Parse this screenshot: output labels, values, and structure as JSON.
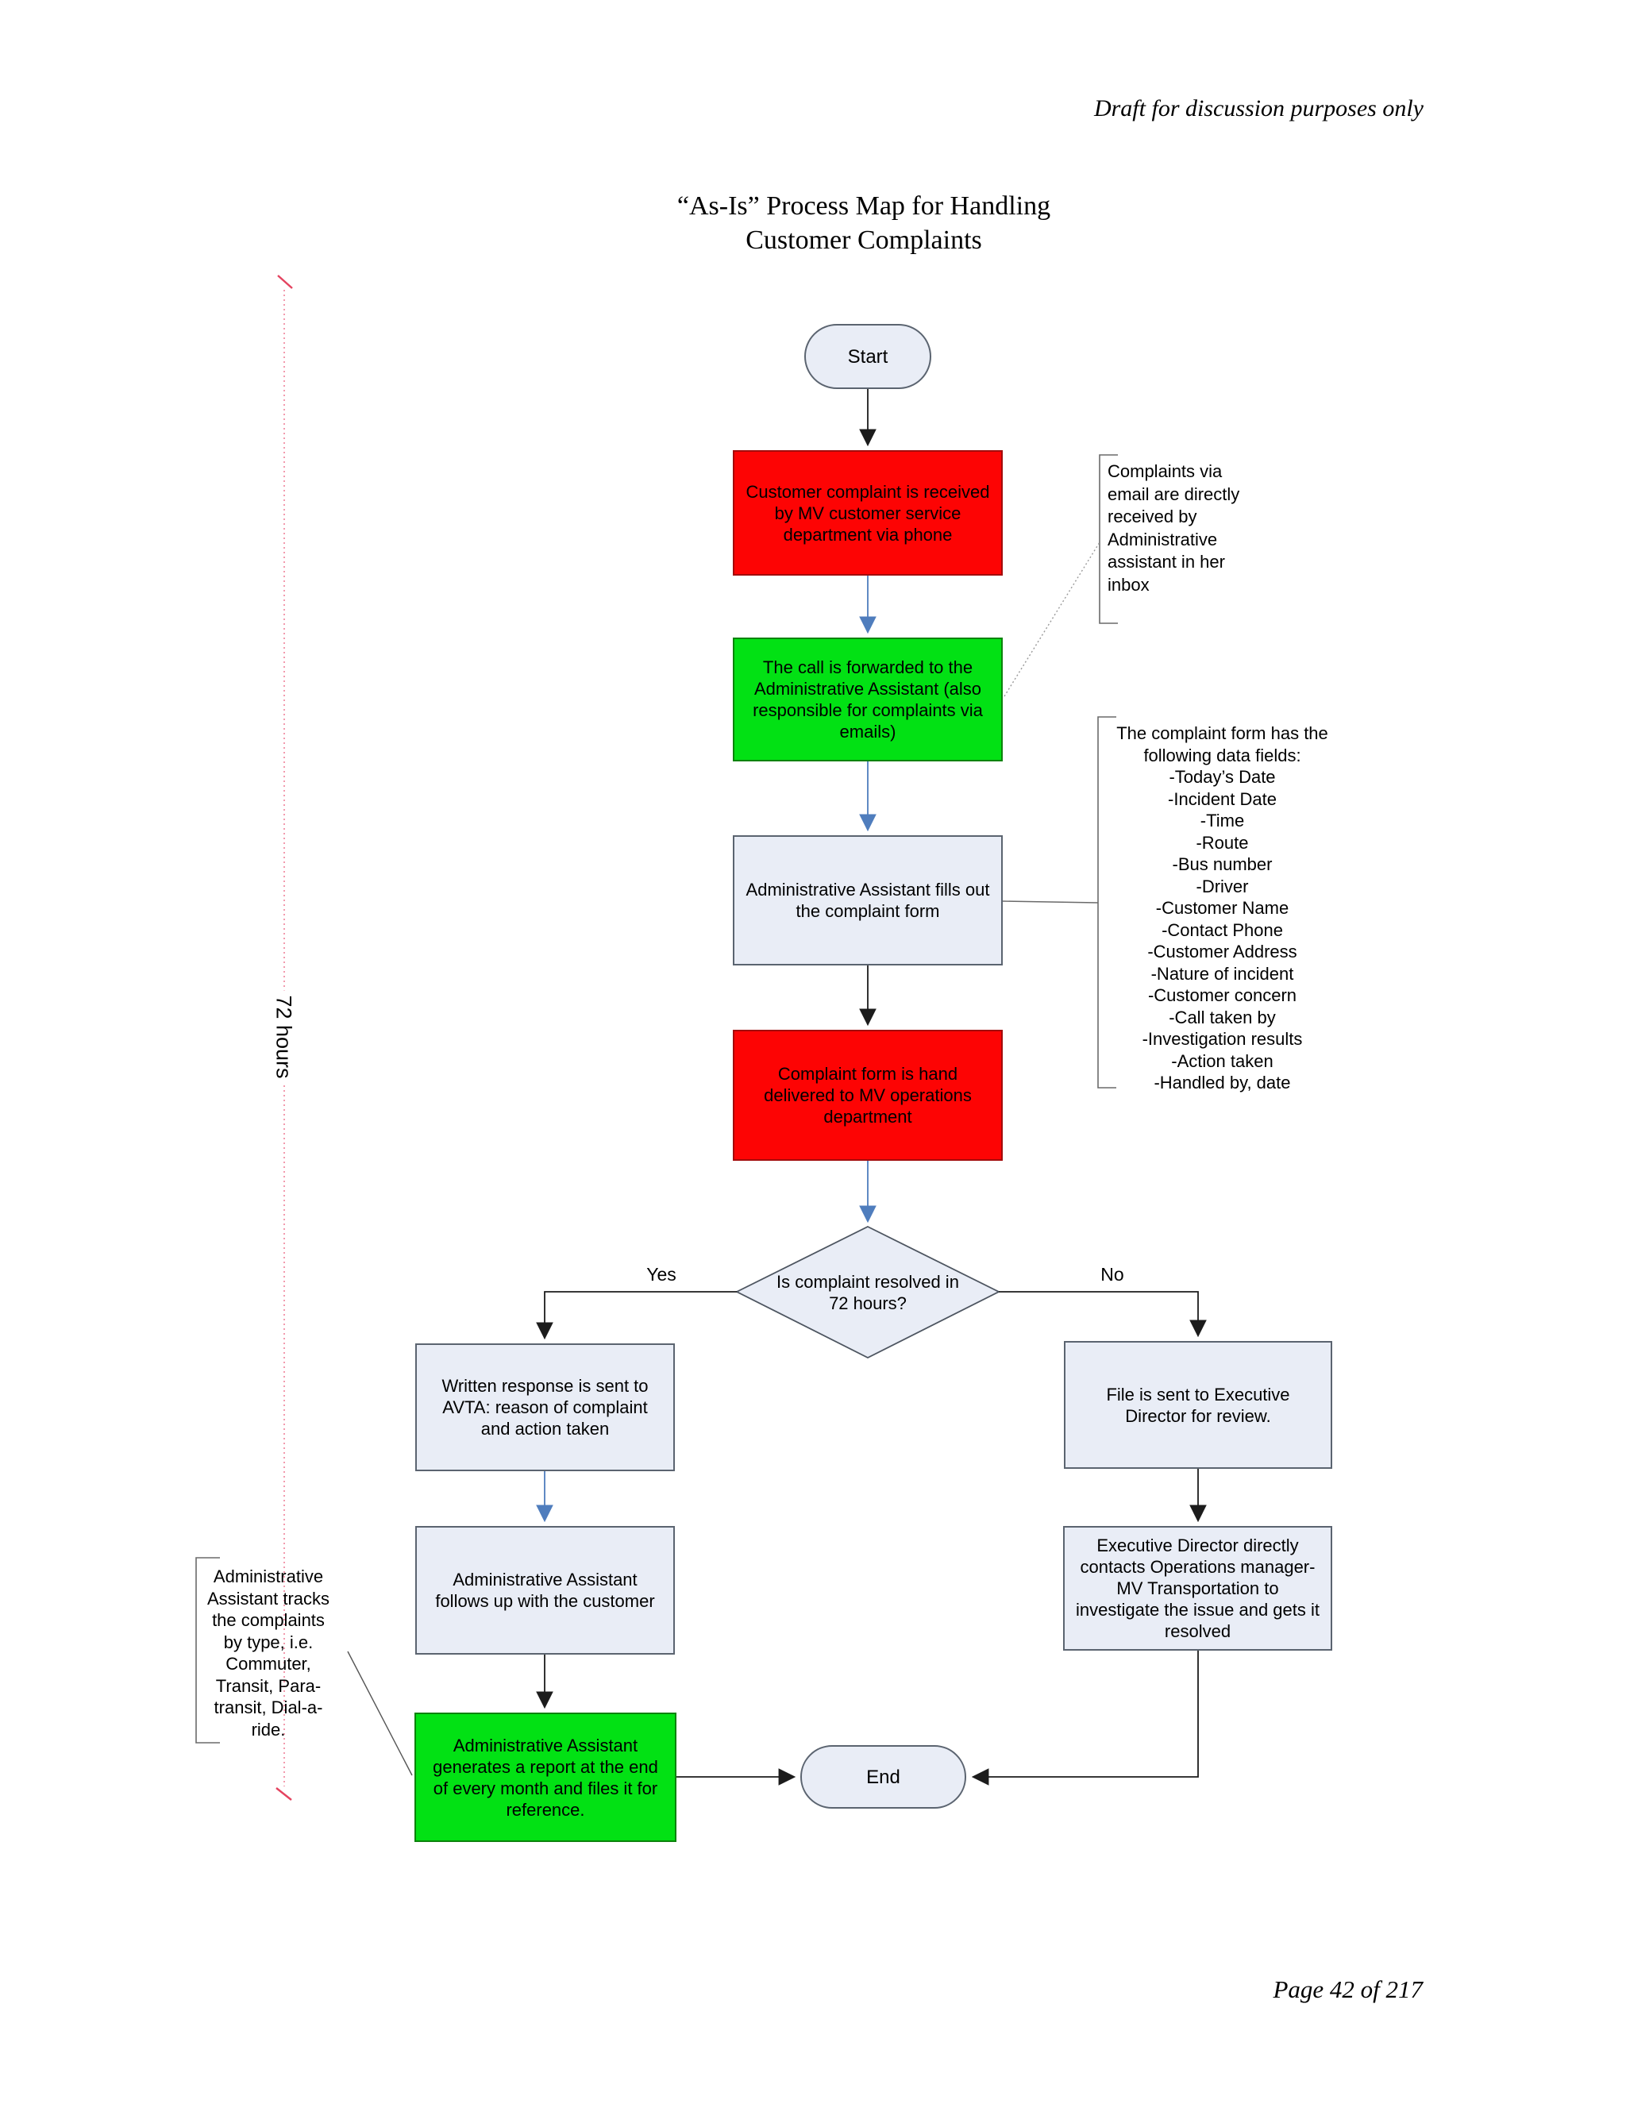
{
  "page": {
    "header_note": "Draft for discussion purposes only",
    "title": "“As-Is” Process Map for Handling\nCustomer Complaints",
    "footer": "Page 42 of 217"
  },
  "colors": {
    "process_red": "#fd0404",
    "process_green": "#02e114",
    "node_fill": "#e9edf6",
    "blue_arrow": "#4f7dbd",
    "black_arrow": "#1c1c1c",
    "timer_line_red": "#ef8299"
  },
  "nodes": {
    "start": {
      "label": "Start"
    },
    "received": {
      "label": "Customer complaint is received\nby MV customer service\ndepartment via phone"
    },
    "forwarded": {
      "label": "The call is forwarded to the\nAdministrative Assistant (also\nresponsible for complaints via\nemails)"
    },
    "fills": {
      "label": "Administrative Assistant fills out\nthe complaint form"
    },
    "delivered": {
      "label": "Complaint form is hand\ndelivered to  MV operations\ndepartment"
    },
    "decision": {
      "label": "Is complaint resolved in\n72 hours?"
    },
    "written": {
      "label": "Written response is sent to\nAVTA: reason of complaint\nand action taken"
    },
    "followup": {
      "label": "Administrative Assistant\nfollows up with the customer"
    },
    "report": {
      "label": "Administrative Assistant\ngenerates a report at the end\nof every month and files it for\nreference."
    },
    "file_sent": {
      "label": "File is sent to Executive\nDirector for review."
    },
    "ed_contacts": {
      "label": "Executive Director directly\ncontacts Operations manager-\nMV Transportation to\ninvestigate the issue and gets it\nresolved"
    },
    "end": {
      "label": "End"
    }
  },
  "branch": {
    "yes": "Yes",
    "no": "No"
  },
  "timer": {
    "label": "72 hours"
  },
  "notes": {
    "email": "Complaints via\nemail are directly\nreceived by\nAdministrative\nassistant in her\ninbox",
    "form_fields": "The complaint form has the\nfollowing data fields:\n-Today’s Date\n-Incident Date\n-Time\n-Route\n-Bus number\n-Driver\n-Customer Name\n-Contact Phone\n-Customer Address\n-Nature of incident\n-Customer concern\n-Call taken by\n-Investigation results\n-Action taken\n-Handled by, date",
    "tracking": "Administrative\nAssistant tracks\nthe complaints\nby type, i.e.\nCommuter,\nTransit, Para-\ntransit, Dial-a-\nride."
  }
}
